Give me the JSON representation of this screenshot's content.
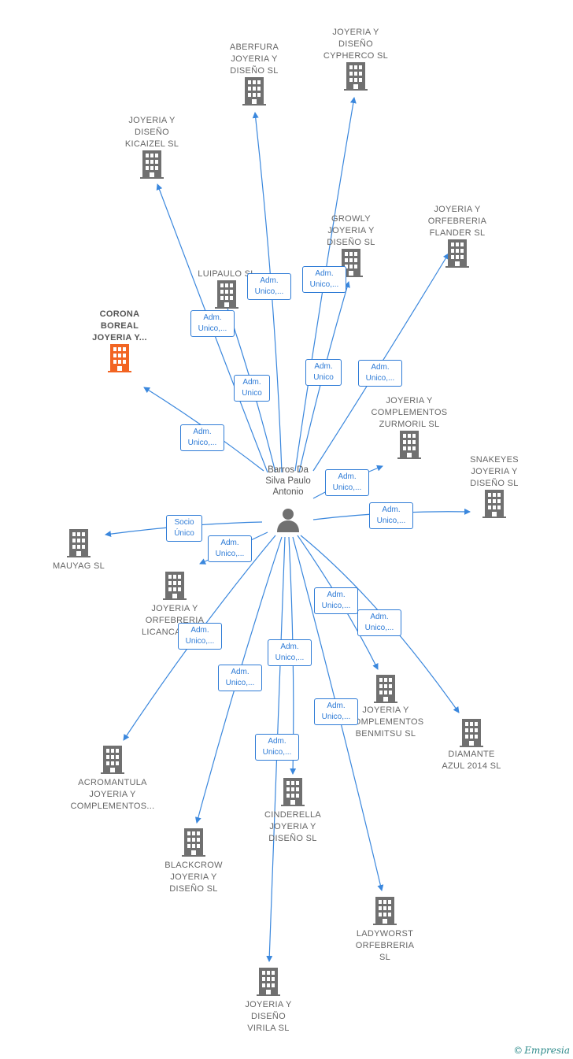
{
  "colors": {
    "edge": "#3a87dd",
    "company_icon": "#707070",
    "focus_icon": "#f26422",
    "person_icon": "#707070",
    "badge_border": "#2e7bd6"
  },
  "icons": {
    "company": "building-icon",
    "person": "person-icon"
  },
  "person": {
    "label": "Barros Da\nSilva Paulo\nAntonio"
  },
  "nodes": [
    {
      "id": "aberfura",
      "label": "ABERFURA\nJOYERIA Y\nDISEÑO  SL"
    },
    {
      "id": "cypherco",
      "label": "JOYERIA Y\nDISEÑO\nCYPHERCO  SL"
    },
    {
      "id": "kicaizel",
      "label": "JOYERIA Y\nDISEÑO\nKICAIZEL  SL"
    },
    {
      "id": "growly",
      "label": "GROWLY\nJOYERIA Y\nDISEÑO  SL"
    },
    {
      "id": "flander",
      "label": "JOYERIA Y\nORFEBRERIA\nFLANDER  SL"
    },
    {
      "id": "luipaulo",
      "label": "LUIPAULO  SL"
    },
    {
      "id": "corona",
      "label": "CORONA\nBOREAL\nJOYERIA Y..."
    },
    {
      "id": "zurmoril",
      "label": "JOYERIA Y\nCOMPLEMENTOS\nZURMORIL  SL"
    },
    {
      "id": "snakeyes",
      "label": "SNAKEYES\nJOYERIA Y\nDISEÑO  SL"
    },
    {
      "id": "mauyag",
      "label": "MAUYAG  SL"
    },
    {
      "id": "licancabur",
      "label": "JOYERIA Y\nORFEBRERIA\nLICANCABUR..."
    },
    {
      "id": "benmitsu",
      "label": "JOYERIA Y\nCOMPLEMENTOS\nBENMITSU  SL"
    },
    {
      "id": "diamante",
      "label": "DIAMANTE\nAZUL 2014 SL"
    },
    {
      "id": "acromantula",
      "label": "ACROMANTULA\nJOYERIA Y\nCOMPLEMENTOS..."
    },
    {
      "id": "cinderella",
      "label": "CINDERELLA\nJOYERIA Y\nDISEÑO  SL"
    },
    {
      "id": "blackcrow",
      "label": "BLACKCROW\nJOYERIA Y\nDISEÑO  SL"
    },
    {
      "id": "ladyworst",
      "label": "LADYWORST\nORFEBRERIA\nSL"
    },
    {
      "id": "virila",
      "label": "JOYERIA Y\nDISEÑO\nVIRILA  SL"
    }
  ],
  "badges": [
    {
      "id": "b-aberfura",
      "text": "Adm.\nUnico,..."
    },
    {
      "id": "b-growly",
      "text": "Adm.\nUnico,..."
    },
    {
      "id": "b-kicaizel",
      "text": "Adm.\nUnico,..."
    },
    {
      "id": "b-cypherco",
      "text": "Adm.\nUnico"
    },
    {
      "id": "b-luipaulo",
      "text": "Adm.\nUnico"
    },
    {
      "id": "b-flander",
      "text": "Adm.\nUnico,..."
    },
    {
      "id": "b-corona",
      "text": "Adm.\nUnico,..."
    },
    {
      "id": "b-zurmoril",
      "text": "Adm.\nUnico,..."
    },
    {
      "id": "b-snakeyes",
      "text": "Adm.\nUnico,..."
    },
    {
      "id": "b-mauyag",
      "text": "Socio\nÚnico"
    },
    {
      "id": "b-licancabur",
      "text": "Adm.\nUnico,..."
    },
    {
      "id": "b-benmitsu",
      "text": "Adm.\nUnico,..."
    },
    {
      "id": "b-diamante",
      "text": "Adm.\nUnico,..."
    },
    {
      "id": "b-acromantula",
      "text": "Adm.\nUnico,..."
    },
    {
      "id": "b-cinderella",
      "text": "Adm.\nUnico,..."
    },
    {
      "id": "b-blackcrow",
      "text": "Adm.\nUnico,..."
    },
    {
      "id": "b-ladyworst",
      "text": "Adm.\nUnico,..."
    },
    {
      "id": "b-virila",
      "text": "Adm.\nUnico,..."
    }
  ],
  "footer": {
    "copyright_symbol": "©",
    "brand": "Empresia"
  }
}
